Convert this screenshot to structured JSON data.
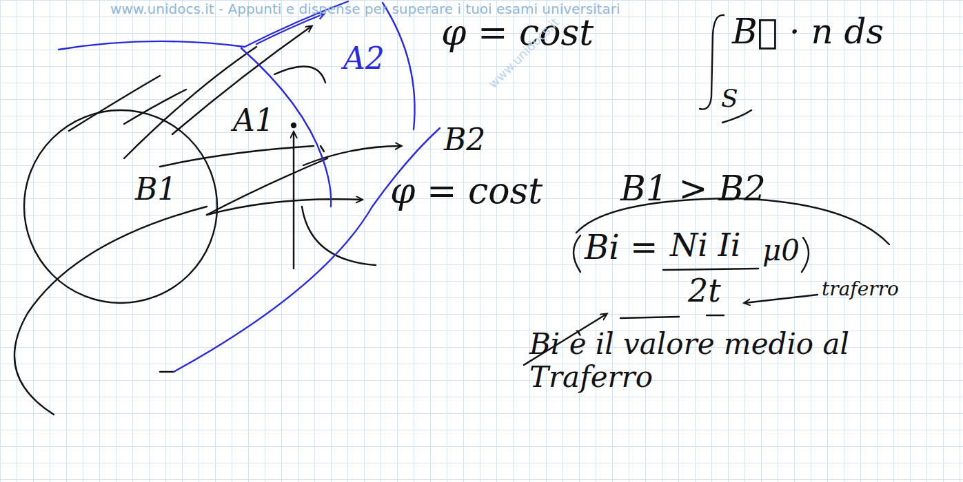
{
  "diagram": {
    "labels": [
      "www.unidocs.it - Appunti e dispense per superare i tuoi esami universitari",
      "φ = cost",
      "B⃗ · n ds",
      "S",
      "A2",
      "A1",
      "B2",
      "B1",
      "B1 > B2",
      "φ = cost",
      "Bi =",
      "Ni Ii",
      "2t",
      "μ0",
      "traferro",
      "Bi è il valore medio al Traferro",
      "www.unidocs.it"
    ]
  }
}
